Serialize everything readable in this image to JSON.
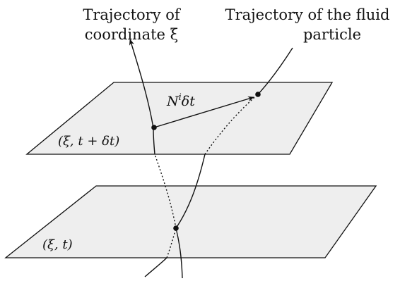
{
  "labels": {
    "coord_traj_line1": "Trajectory of",
    "coord_traj_line2": "coordinate ξ",
    "fluid_traj_line1": "Trajectory of the fluid",
    "fluid_traj_line2": "particle",
    "shift_vector_base": "N",
    "shift_vector_sup": "i",
    "shift_vector_rest": "δt",
    "upper_plane": "(ξ, t + δt)",
    "lower_plane": "(ξ, t)"
  },
  "colors": {
    "plane_fill": "#eeeeee",
    "stroke": "#111111"
  }
}
